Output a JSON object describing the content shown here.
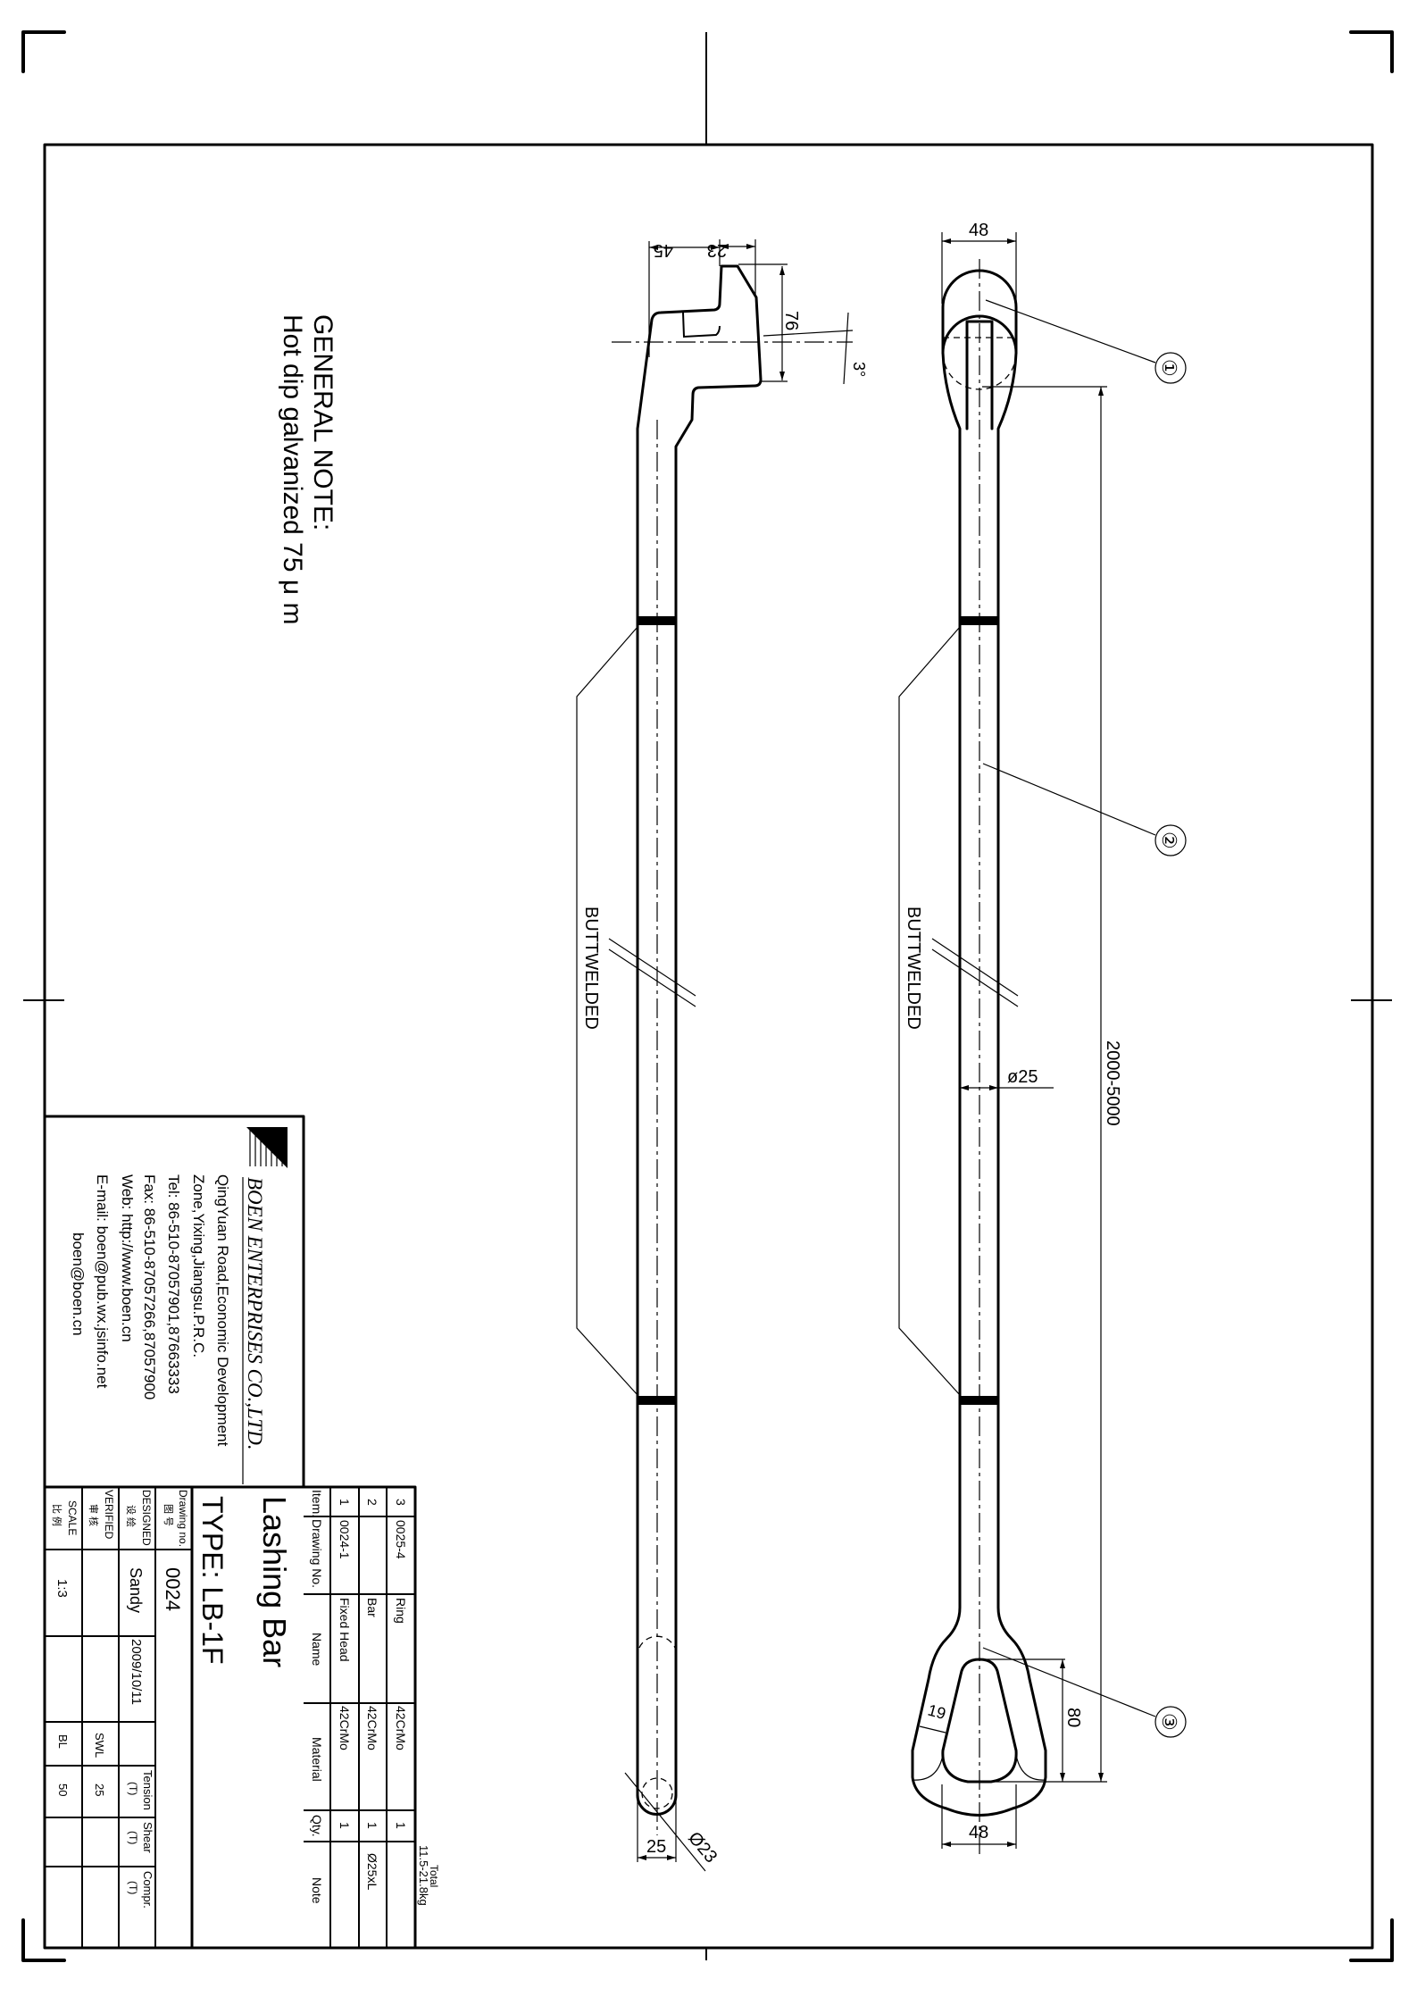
{
  "general_note": {
    "title": "GENERAL NOTE:",
    "text": "Hot dip galvanized   75 μ m"
  },
  "dimensions": {
    "hook_width": "45",
    "hook_jaw": "23",
    "hook_height": "76",
    "hook_angle": "3°",
    "ring_width": "48",
    "length": "2000-5000",
    "bar_diameter": "ø25",
    "eye_height": "80",
    "eye_section": "19",
    "eye_width": "48",
    "end_width": "25",
    "end_diameter": "Ø23"
  },
  "annotations": {
    "weld_left": "BUTTWELDED",
    "weld_right": "BUTTWELDED",
    "callouts": [
      "①",
      "②",
      "③"
    ]
  },
  "company": {
    "name": "BOEN ENTERPRISES CO.,LTD.",
    "address_1": "QingYuan  Road,Economic  Development",
    "address_2": "Zone,Yixing,Jiangsu.P.R.C.",
    "tel": "Tel:  86-510-87057901,87663333",
    "fax": "Fax:  86-510-87057266,87057900",
    "web": "Web:  http://www.boen.cn",
    "email_1": "E-mail:  boen@pub.wx.jsinfo.net",
    "email_2": "boen@boen.cn"
  },
  "parts_table": {
    "total_label": "Total",
    "total_weight": "11.5-21.8kg",
    "headers": [
      "Item.",
      "Drawing  No.",
      "Name",
      "Material",
      "Qty.",
      "Note"
    ],
    "rows": [
      {
        "item": "1",
        "drawing_no": "0024-1",
        "name": "Fixed  Head",
        "material": "42CrMo",
        "qty": "1",
        "note": ""
      },
      {
        "item": "2",
        "drawing_no": "",
        "name": "Bar",
        "material": "42CrMo",
        "qty": "1",
        "note": "Ø25xL"
      },
      {
        "item": "3",
        "drawing_no": "0025-4",
        "name": "Ring",
        "material": "42CrMo",
        "qty": "1",
        "note": ""
      }
    ]
  },
  "title_block": {
    "title": "Lashing  Bar",
    "type": "TYPE:  LB-1F",
    "drawing_no_label": "Drawing no.",
    "drawing_no_label_cn": "图 号",
    "drawing_no": "0024",
    "designed_label": "DESIGNED",
    "designed_label_cn": "设 绘",
    "designer": "Sandy",
    "date": "2009/10/11",
    "verified_label": "VERIFIED",
    "verified_label_cn": "审 核",
    "scale_label": "SCALE",
    "scale_label_cn": "比 例",
    "scale": "1:3",
    "tension_label": "Tension",
    "shear_label": "Shear",
    "compr_label": "Compr.",
    "unit_label": "(T)",
    "swl_label": "SWL",
    "swl_tension": "25",
    "bl_label": "BL",
    "bl_tension": "50"
  }
}
